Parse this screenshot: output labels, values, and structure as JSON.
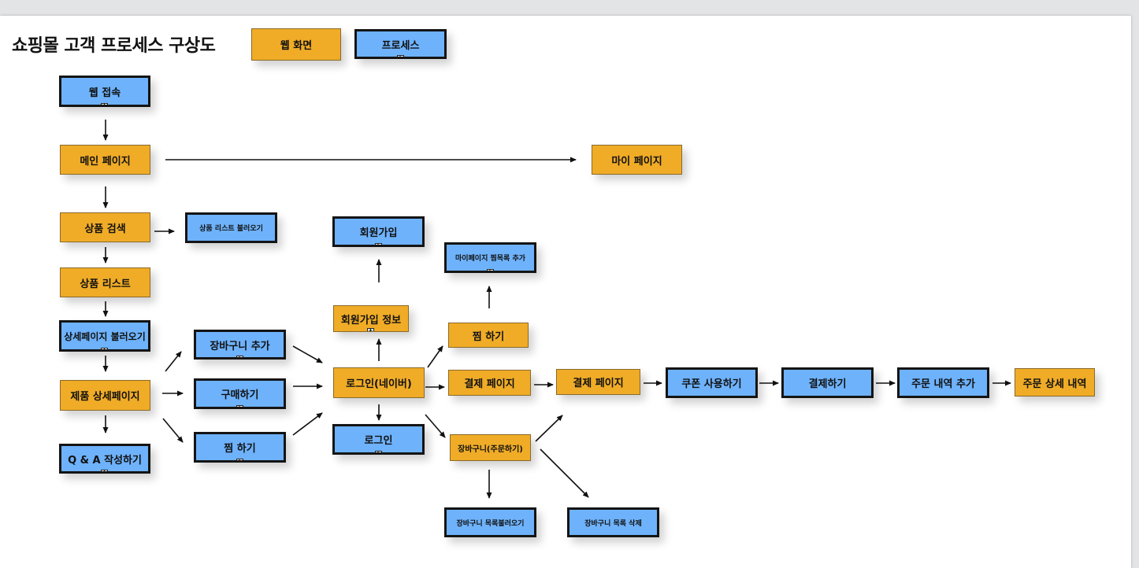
{
  "title": "쇼핑몰 고객 프로세스 구상도",
  "legend": {
    "web": "웹 화면",
    "process": "프로세스"
  },
  "nodes": {
    "web_access": "웹 접속",
    "main_page": "메인 페이지",
    "my_page": "마이 페이지",
    "product_search": "상품 검색",
    "load_product_list": "상품 리스트 불러오기",
    "product_list": "상품 리스트",
    "load_detail_page": "상세페이지 불러오기",
    "product_detail": "제품 상세페이지",
    "qna": "Q & A 작성하기",
    "add_cart": "장바구니 추가",
    "purchase": "구매하기",
    "wish": "찜 하기",
    "signup": "회원가입",
    "signup_info": "회원가입 정보",
    "login_naver": "로그인(네이버)",
    "login": "로그인",
    "mypage_wish_add": "마이페이지 찜목록 추가",
    "wish2": "찜 하기",
    "payment_page1": "결제 페이지",
    "payment_page2": "결제 페이지",
    "cart_order": "장바구니(주문하기)",
    "coupon": "쿠폰 사용하기",
    "pay": "결제하기",
    "add_order_history": "주문 내역 추가",
    "order_detail": "주문 상세 내역",
    "load_cart": "장바구니 목록불러오기",
    "delete_cart": "장바구니 목록 삭제"
  },
  "colors": {
    "web": "#f0ac27",
    "process": "#6eb2fb",
    "border": "#141414"
  }
}
